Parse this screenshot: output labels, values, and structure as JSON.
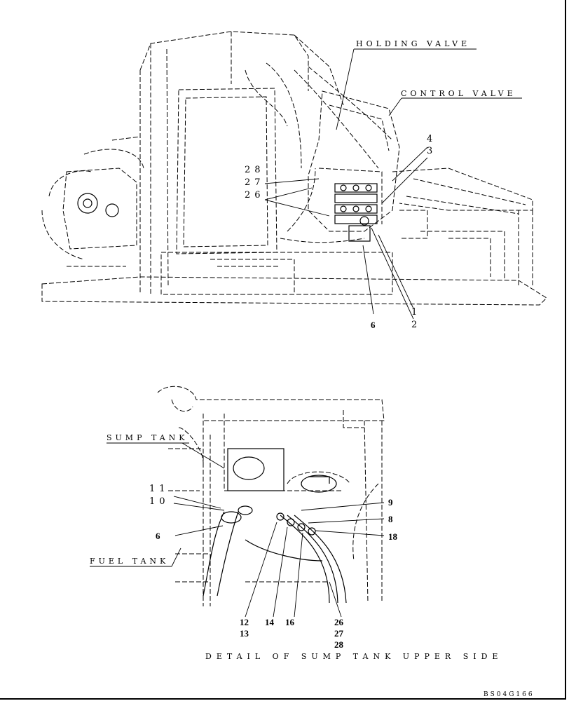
{
  "top_view": {
    "holding_valve_label": "HOLDING VALVE",
    "control_valve_label": "CONTROL VALVE",
    "callouts": {
      "n4": "4",
      "n3": "3",
      "n28": "28",
      "n27": "27",
      "n26": "26",
      "n1": "1",
      "n2": "2",
      "n6": "6"
    }
  },
  "detail_view": {
    "sump_tank_label": "SUMP TANK",
    "fuel_tank_label": "FUEL TANK",
    "caption": "DETAIL OF SUMP TANK UPPER SIDE",
    "callouts": {
      "n11": "11",
      "n10": "10",
      "n6": "6",
      "n9": "9",
      "n8": "8",
      "n18": "18",
      "n12": "12",
      "n13": "13",
      "n14": "14",
      "n16": "16",
      "n26": "26",
      "n27": "27",
      "n28": "28"
    }
  },
  "drawing_code": "BS04G166"
}
